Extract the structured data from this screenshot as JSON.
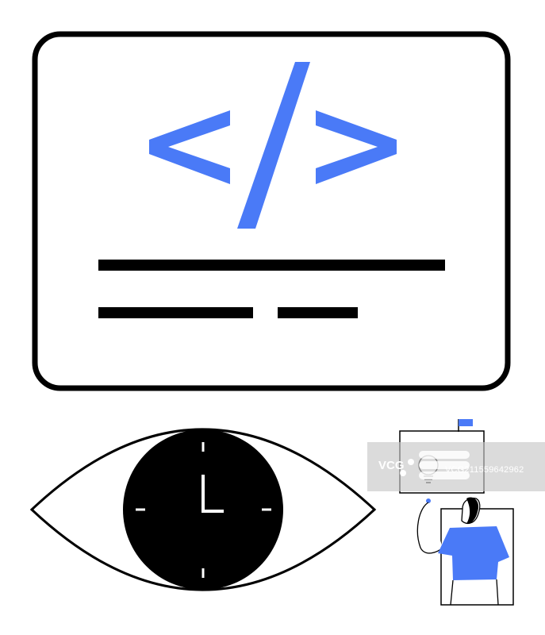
{
  "colors": {
    "accent": "#4a7af7",
    "ink": "#000000",
    "background": "#ffffff",
    "watermark_band": "#c8c8c8"
  },
  "illustration": {
    "code_window": {
      "symbol": "</>",
      "text_lines": 3
    },
    "eye": {
      "pupil": "clock-icon",
      "clock_time": "3:00"
    },
    "person": {
      "idea": "lightbulb-icon",
      "goal": "flag-icon"
    }
  },
  "watermark": {
    "logo_text": "VCG",
    "id_text": "VCG211559642962"
  }
}
